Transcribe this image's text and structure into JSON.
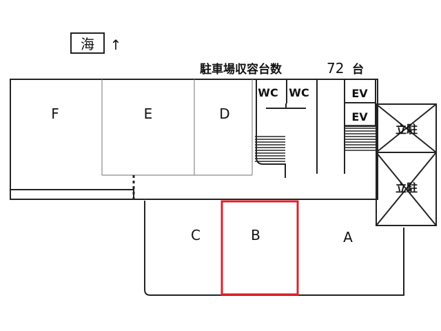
{
  "north": {
    "sea_label": "海",
    "arrow": "↑"
  },
  "parking": {
    "label": "駐車場収容台数",
    "count": "72",
    "unit": "台"
  },
  "units": {
    "a": "A",
    "b": "B",
    "c": "C",
    "d": "D",
    "e": "E",
    "f": "F"
  },
  "facilities": {
    "wc1": "WC",
    "wc2": "WC",
    "ev1": "EV",
    "ev2": "EV"
  },
  "tower_parking": {
    "upper": "立駐",
    "lower": "立駐"
  },
  "colors": {
    "highlight": "#e0202a",
    "line": "#222222",
    "thin": "#8a8a8a"
  }
}
